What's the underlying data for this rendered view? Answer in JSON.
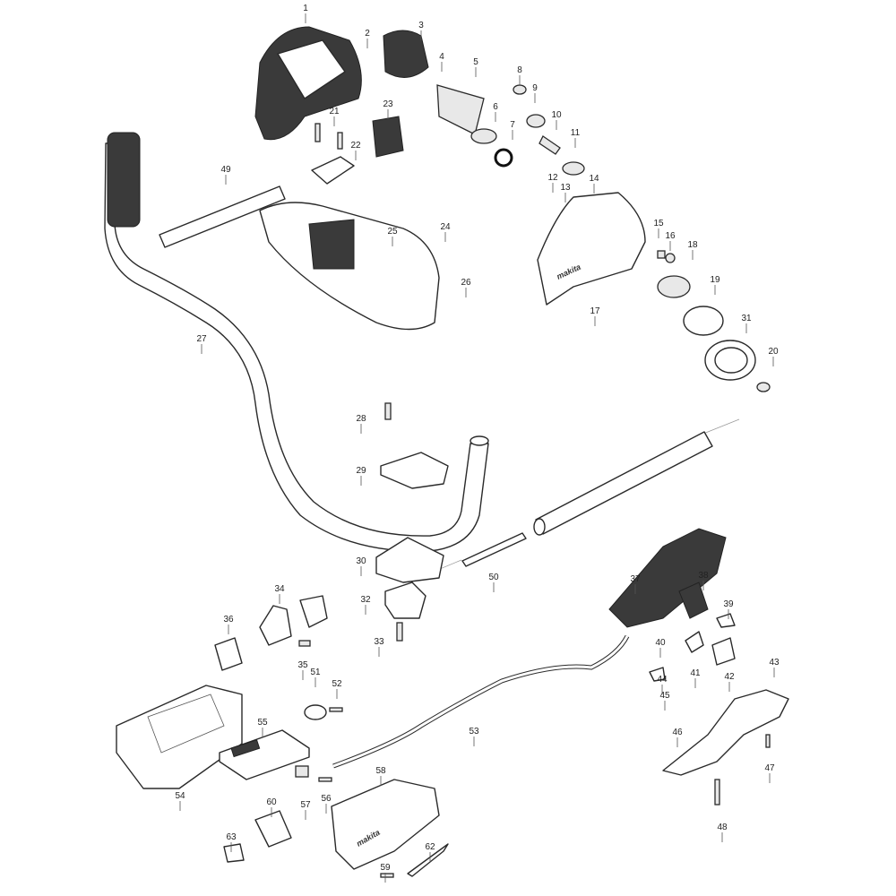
{
  "diagram": {
    "type": "exploded-parts-diagram",
    "brand_logo": "makita",
    "parts": [
      "1",
      "2",
      "3",
      "4",
      "5",
      "6",
      "7",
      "8",
      "9",
      "10",
      "11",
      "12",
      "13",
      "14",
      "15",
      "16",
      "17",
      "18",
      "19",
      "20",
      "21",
      "22",
      "23",
      "24",
      "25",
      "26",
      "27",
      "28",
      "29",
      "30",
      "31",
      "32",
      "33",
      "34",
      "35",
      "36",
      "37",
      "38",
      "39",
      "40",
      "41",
      "42",
      "43",
      "44",
      "45",
      "46",
      "47",
      "48",
      "49",
      "50",
      "51",
      "52",
      "53",
      "54",
      "55",
      "56",
      "57",
      "58",
      "59",
      "60",
      "62",
      "63"
    ]
  }
}
